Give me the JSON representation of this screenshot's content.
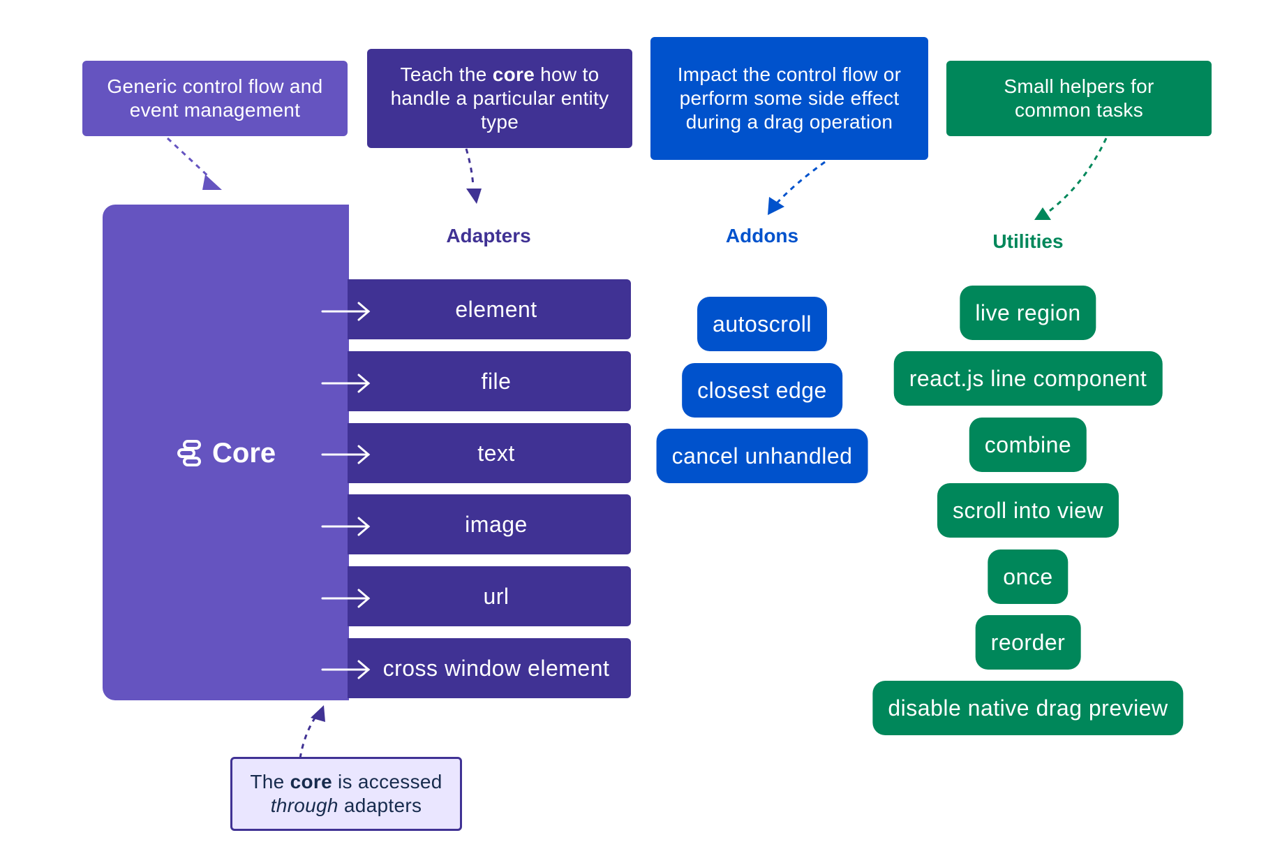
{
  "notes": {
    "core": "Generic control flow and event management",
    "adapters_pre": "Teach the ",
    "adapters_bold": "core",
    "adapters_post": " how to handle a particular entity type",
    "addons": "Impact the control flow or perform some side effect during a drag operation",
    "utilities": "Small helpers for common tasks",
    "access_pre": "The ",
    "access_bold": "core",
    "access_mid": " is accessed",
    "access_italic": "through",
    "access_post": " adapters"
  },
  "headings": {
    "adapters": "Adapters",
    "addons": "Addons",
    "utilities": "Utilities"
  },
  "core": {
    "label": "Core",
    "icon": "drag-and-drop-logo-icon"
  },
  "adapters": [
    "element",
    "file",
    "text",
    "image",
    "url",
    "cross window element"
  ],
  "addons": [
    "autoscroll",
    "closest edge",
    "cancel unhandled"
  ],
  "utilities": [
    "live region",
    "react.js line component",
    "combine",
    "scroll into view",
    "once",
    "reorder",
    "disable native drag preview"
  ],
  "colors": {
    "core": "#6554c0",
    "adapters": "#403294",
    "addons": "#0052cc",
    "utilities": "#00875a",
    "access_note_bg": "#eae6ff"
  }
}
